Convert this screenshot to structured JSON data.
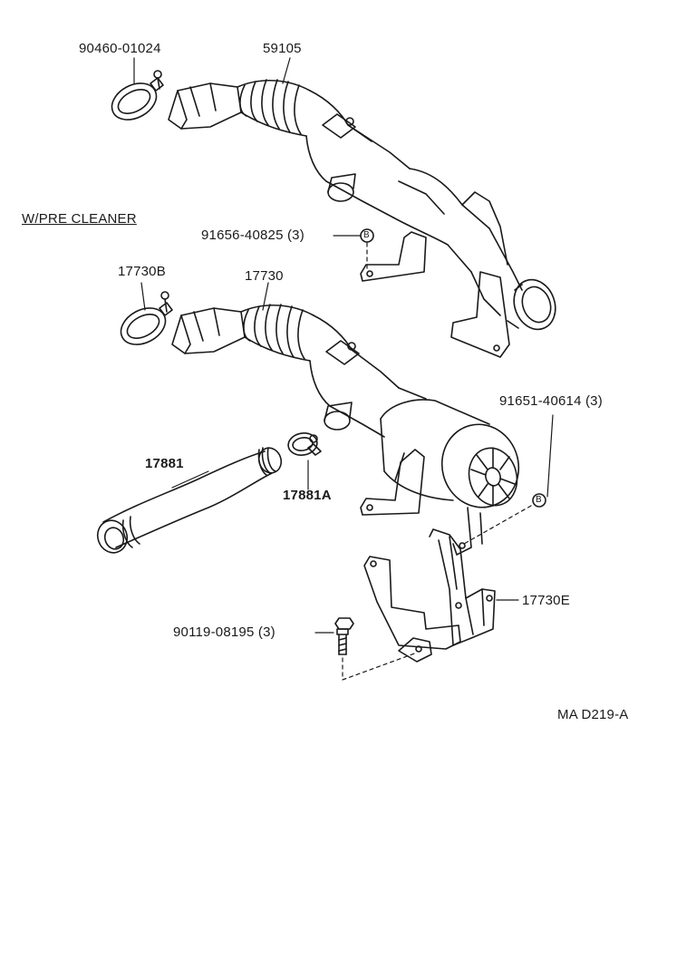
{
  "diagram": {
    "section_heading": "W/PRE CLEANER",
    "drawing_code": "MA D219-A",
    "parts": {
      "clamp_top": "90460-01024",
      "intake_hose_top": "59105",
      "grommet_top": "91656-40825 (3)",
      "clamp_mid": "17730B",
      "intake_hose_mid": "17730",
      "grommet_right": "91651-40614 (3)",
      "hose_lower": "17881",
      "clamp_lower": "17881A",
      "bracket": "17730E",
      "bolt": "90119-08195 (3)"
    },
    "grommet_mark": "B"
  },
  "colors": {
    "ink": "#1a1a1a",
    "paper": "#ffffff"
  }
}
